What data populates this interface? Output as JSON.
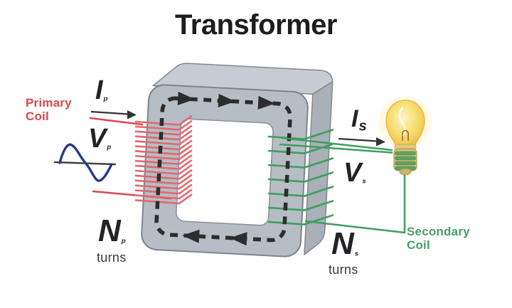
{
  "title": "Transformer",
  "primary": {
    "coil_label": "Primary Coil",
    "current": {
      "symbol": "I",
      "subscript": "p"
    },
    "voltage": {
      "symbol": "V",
      "subscript": "p"
    },
    "turns": {
      "symbol": "N",
      "subscript": "p",
      "caption": "turns"
    }
  },
  "secondary": {
    "coil_label": "Secondary Coil",
    "current": {
      "symbol": "I",
      "subscript": "s"
    },
    "voltage": {
      "symbol": "V",
      "subscript": "s"
    },
    "turns": {
      "symbol": "N",
      "subscript": "s",
      "caption": "turns"
    }
  },
  "diagram": {
    "coil_turns_drawn": {
      "primary": 17,
      "secondary": 7
    },
    "flux_direction": "clockwise"
  },
  "icons": {
    "ac_waveform": "ac-waveform-icon",
    "light_bulb": "light-bulb-icon",
    "flux_arrow": "flux-arrow-icon",
    "current_arrow": "current-arrow-icon"
  },
  "colors": {
    "primary_red": "#d9474f",
    "coil_pink": "#e26870",
    "secondary_green": "#3f9e5f",
    "green_text": "#4a9e68",
    "core_gray": "#b6bdc5",
    "core_top_gray": "#c6ccd2",
    "core_side_gray": "#a9b0b8",
    "flux_black": "#2d2d2d",
    "sine_blue": "#273a86",
    "bulb_yellow": "#f7d64a",
    "title_black": "#1d1d1f"
  }
}
